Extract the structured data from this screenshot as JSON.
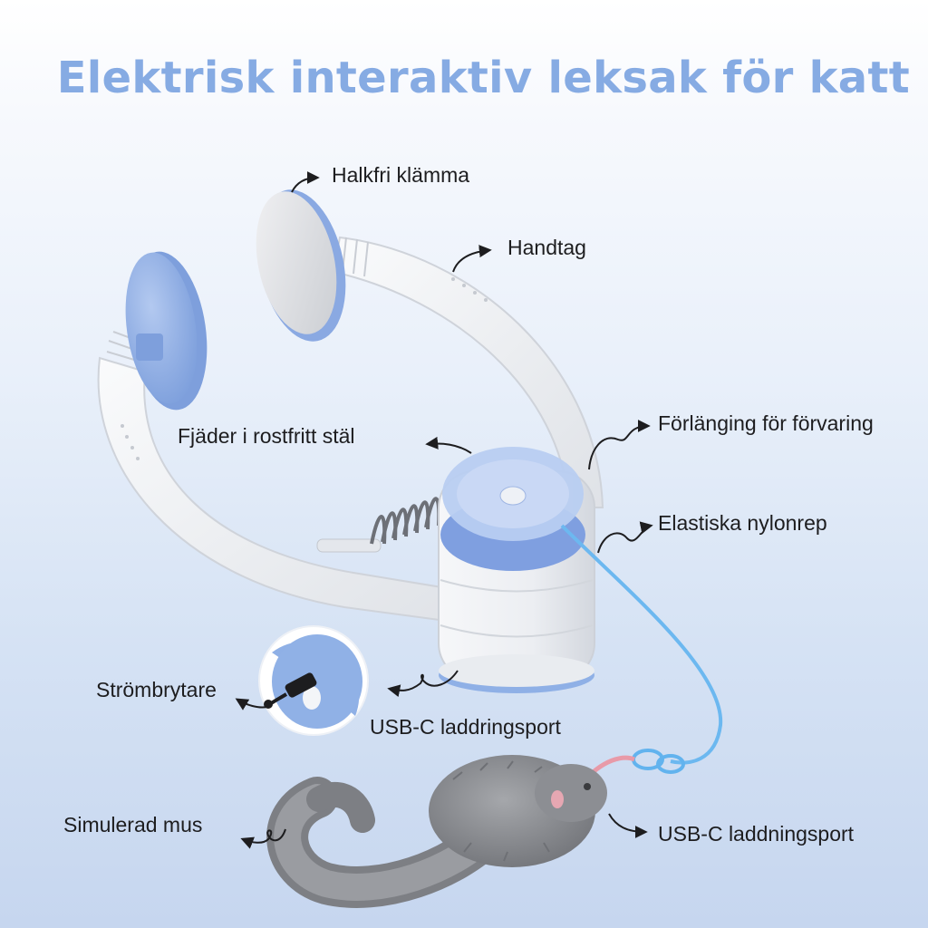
{
  "title": "Elektrisk interaktiv leksak för katt",
  "labels": {
    "clamp": "Halkfri klämma",
    "handle": "Handtag",
    "spring": "Fjäder i rostfritt stäl",
    "extension": "Förlänging för förvaring",
    "rope": "Elastiska nylonrep",
    "power_switch": "Strömbrytare",
    "usb_port_base": "USB-C laddringsport",
    "mouse": "Simulerad mus",
    "usb_port_mouse": "USB-C laddningsport"
  },
  "icons": [
    "curved-arrow-icon",
    "power-plug-icon"
  ],
  "colors": {
    "title": "#86abe3",
    "accent_blue": "#8fb0e6",
    "body_white": "#eef0f3",
    "rope": "#6cb8f0",
    "mouse_fur": "#8f9196",
    "text": "#1d1d1f"
  }
}
